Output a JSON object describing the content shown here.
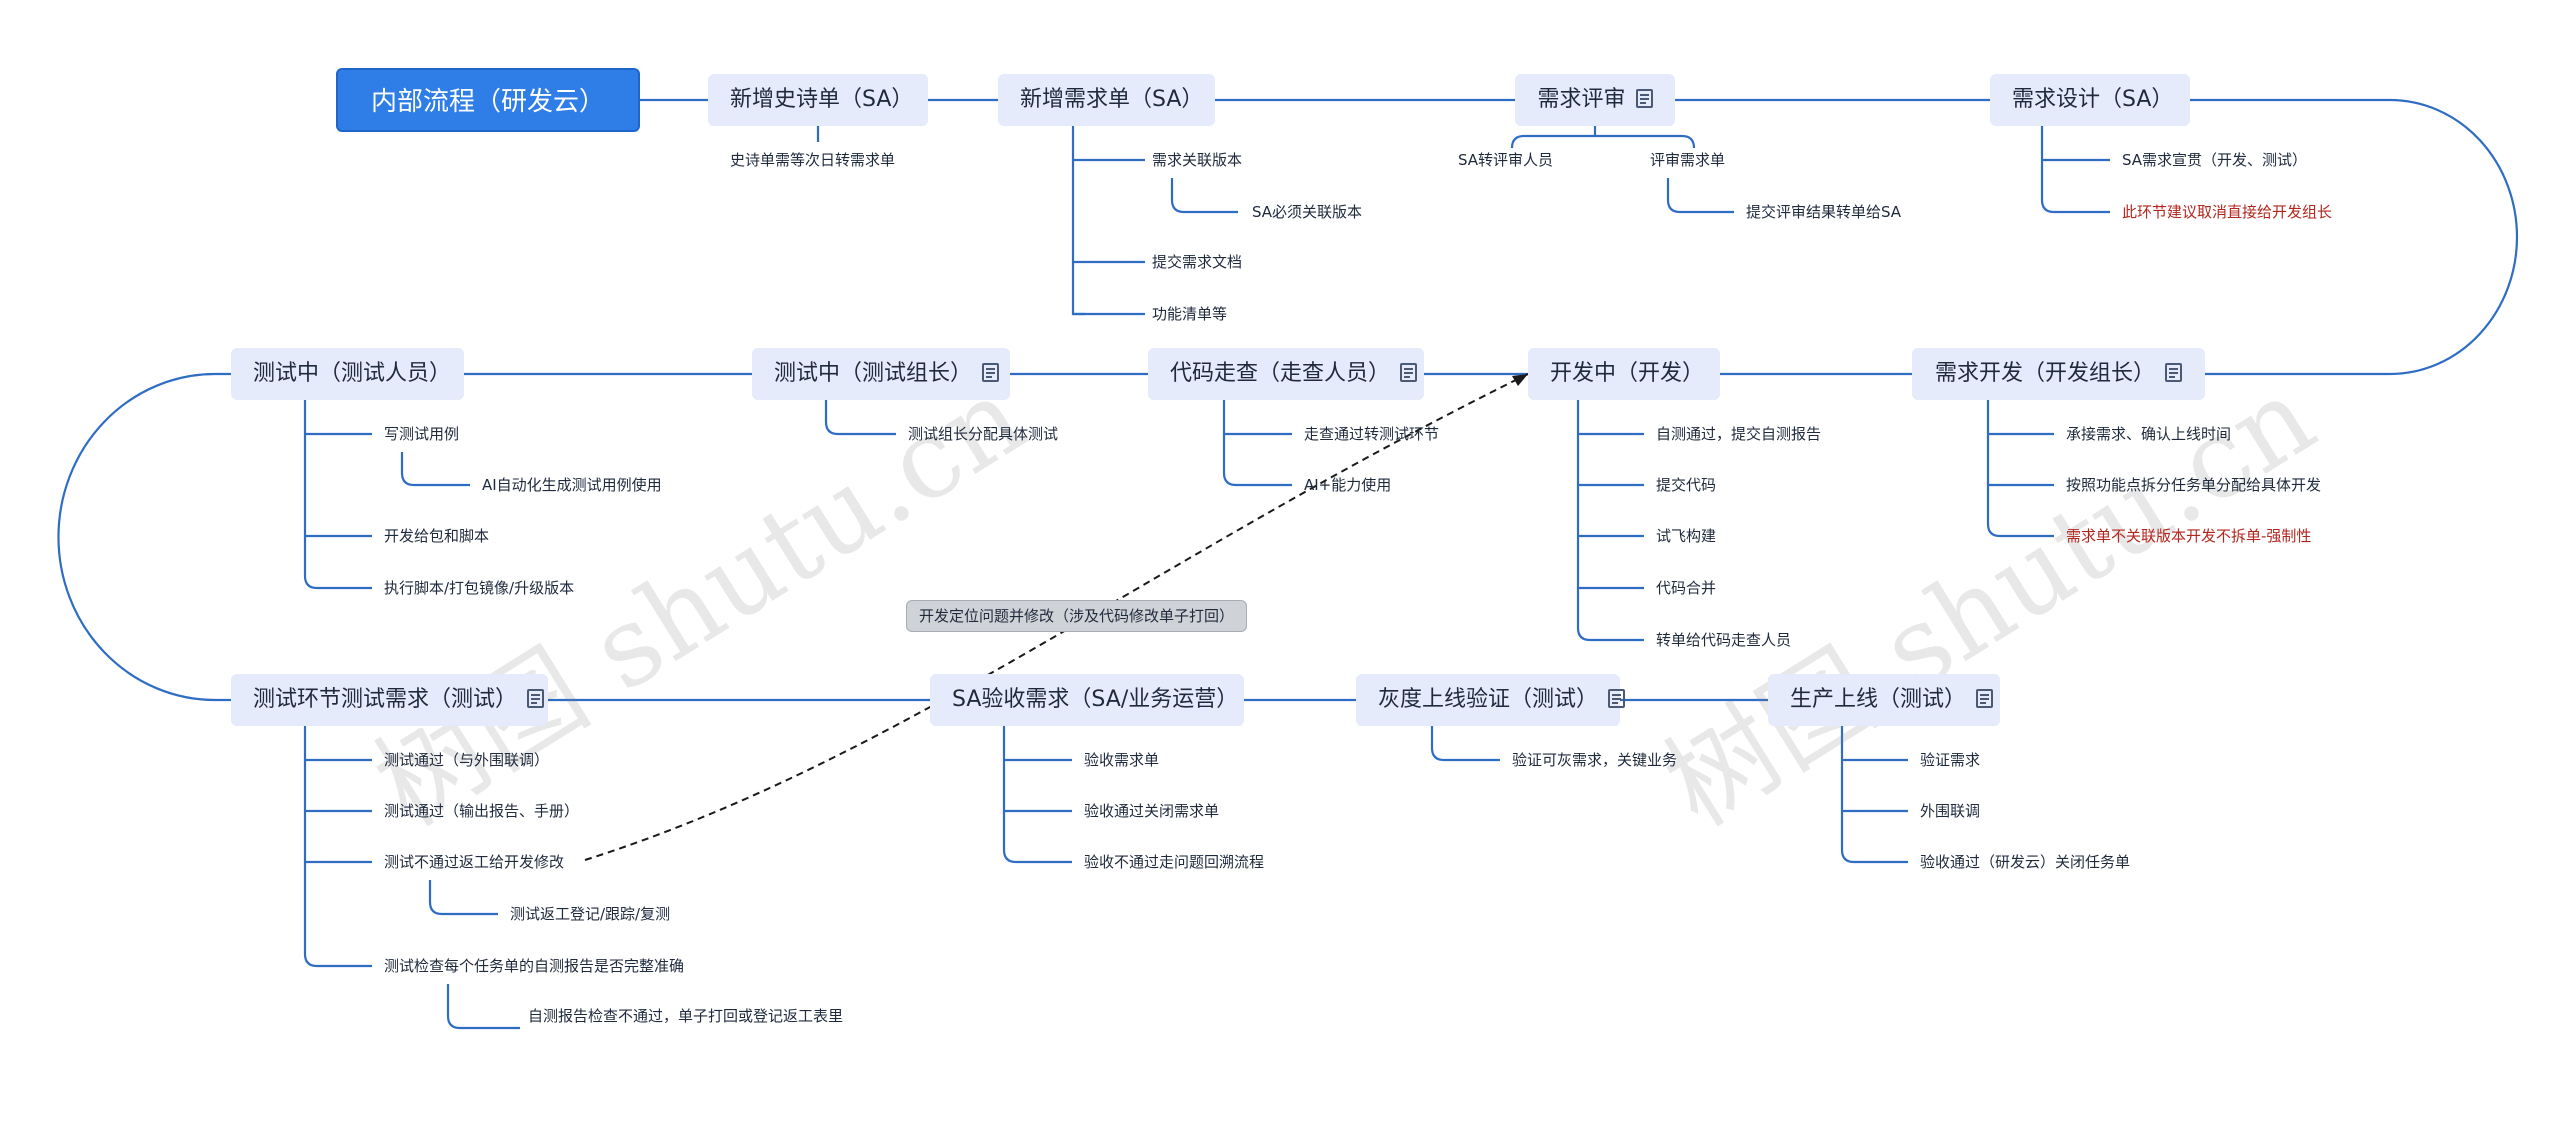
{
  "colors": {
    "line": "#2f6dc4",
    "root_bg": "#2f7ee8",
    "node_bg": "#e6ebfb",
    "red_text": "#b3261e"
  },
  "watermark": "树图 shutu.cn",
  "nodes": {
    "root": "内部流程（研发云）",
    "epic": "新增史诗单（SA）",
    "req": "新增需求单（SA）",
    "review": "需求评审",
    "design": "需求设计（SA）",
    "devlead": "需求开发（开发组长）",
    "dev": "开发中（开发）",
    "walk": "代码走查（走查人员）",
    "testlead": "测试中（测试组长）",
    "tester": "测试中（测试人员）",
    "stage": "测试环节测试需求（测试）",
    "accept": "SA验收需求（SA/业务运营）",
    "gray": "灰度上线验证（测试）",
    "prod": "生产上线（测试）"
  },
  "leaves": {
    "epic_1": "史诗单需等次日转需求单",
    "req_1": "需求关联版本",
    "req_1a": "SA必须关联版本",
    "req_2": "提交需求文档",
    "req_3": "功能清单等",
    "review_1": "SA转评审人员",
    "review_2": "评审需求单",
    "review_2a": "提交评审结果转单给SA",
    "design_1": "SA需求宣贯（开发、测试）",
    "design_2": "此环节建议取消直接给开发组长",
    "devlead_1": "承接需求、确认上线时间",
    "devlead_2": "按照功能点拆分任务单分配给具体开发",
    "devlead_3": "需求单不关联版本开发不拆单-强制性",
    "dev_1": "自测通过，提交自测报告",
    "dev_2": "提交代码",
    "dev_3": "试飞构建",
    "dev_4": "代码合并",
    "dev_5": "转单给代码走查人员",
    "walk_1": "走查通过转测试环节",
    "walk_2": "AI+能力使用",
    "testlead_1": "测试组长分配具体测试",
    "tester_1": "写测试用例",
    "tester_1a": "AI自动化生成测试用例使用",
    "tester_2": "开发给包和脚本",
    "tester_3": "执行脚本/打包镜像/升级版本",
    "stage_1": "测试通过（与外围联调）",
    "stage_2": "测试通过（输出报告、手册）",
    "stage_3": "测试不通过返工给开发修改",
    "stage_3a": "测试返工登记/跟踪/复测",
    "stage_4": "测试检查每个任务单的自测报告是否完整准确",
    "stage_4a": "自测报告检查不通过，单子打回或登记返工表里",
    "accept_1": "验收需求单",
    "accept_2": "验收通过关闭需求单",
    "accept_3": "验收不通过走问题回溯流程",
    "gray_1": "验证可灰需求，关键业务",
    "prod_1": "验证需求",
    "prod_2": "外围联调",
    "prod_3": "验收通过（研发云）关闭任务单"
  },
  "relation_label": "开发定位问题并修改（涉及代码修改单子打回）"
}
